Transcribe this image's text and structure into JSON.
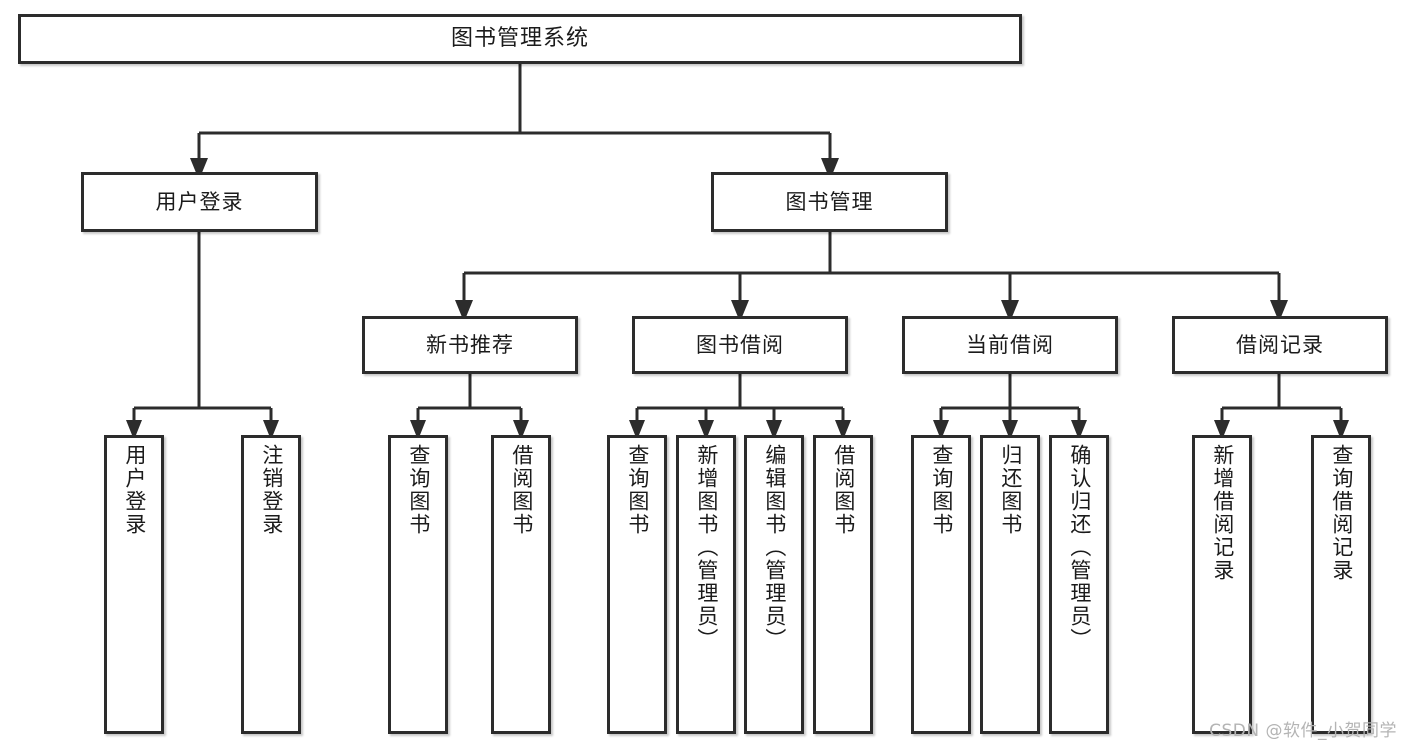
{
  "diagram": {
    "type": "tree",
    "title": "图书管理系统",
    "orientation": "top-down",
    "colors": {
      "box_fill": "#ffffff",
      "box_border": "#2c2c2c",
      "connector": "#2c2c2c",
      "text": "#1b1b1b",
      "background": "#ffffff",
      "watermark": "#b4b4b4"
    },
    "nodes": {
      "root": {
        "label": "图书管理系统"
      },
      "tier2": [
        {
          "label": "用户登录"
        },
        {
          "label": "图书管理"
        }
      ],
      "tier3": [
        {
          "label": "新书推荐"
        },
        {
          "label": "图书借阅"
        },
        {
          "label": "当前借阅"
        },
        {
          "label": "借阅记录"
        }
      ],
      "leaves": [
        {
          "label": "用户登录",
          "parent": "用户登录"
        },
        {
          "label": "注销登录",
          "parent": "用户登录"
        },
        {
          "label": "查询图书",
          "parent": "新书推荐"
        },
        {
          "label": "借阅图书",
          "parent": "新书推荐"
        },
        {
          "label": "查询图书",
          "parent": "图书借阅"
        },
        {
          "label": "新增图书（管理员）",
          "parent": "图书借阅"
        },
        {
          "label": "编辑图书（管理员）",
          "parent": "图书借阅"
        },
        {
          "label": "借阅图书",
          "parent": "图书借阅"
        },
        {
          "label": "查询图书",
          "parent": "当前借阅"
        },
        {
          "label": "归还图书",
          "parent": "当前借阅"
        },
        {
          "label": "确认归还（管理员）",
          "parent": "当前借阅"
        },
        {
          "label": "新增借阅记录",
          "parent": "借阅记录"
        },
        {
          "label": "查询借阅记录",
          "parent": "借阅记录"
        }
      ]
    }
  },
  "watermark": {
    "text": "CSDN @软件_小贺同学"
  }
}
